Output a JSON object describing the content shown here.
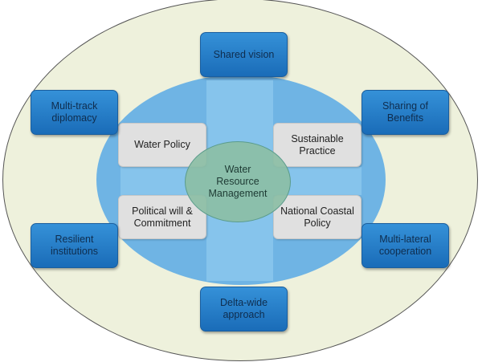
{
  "diagram": {
    "center": "Water\nResource\nManagement",
    "inner_boxes": {
      "water_policy": "Water Policy",
      "sustainable_practice": "Sustainable\nPractice",
      "political_will": "Political will &\nCommitment",
      "national_coastal_policy": "National Coastal\nPolicy"
    },
    "outer_boxes": {
      "shared_vision": "Shared vision",
      "multi_track": "Multi-track\ndiplomacy",
      "sharing_benefits": "Sharing of\nBenefits",
      "resilient": "Resilient\ninstitutions",
      "multi_lateral": "Multi-lateral\ncooperation",
      "delta_wide": "Delta-wide\napproach"
    },
    "colors": {
      "outer_ring": "#eef1dc",
      "inner_ring": "#6fb4e4",
      "core": "#8cbea5",
      "outer_box": "#2a80cc",
      "inner_box": "#e0e0e0"
    }
  }
}
